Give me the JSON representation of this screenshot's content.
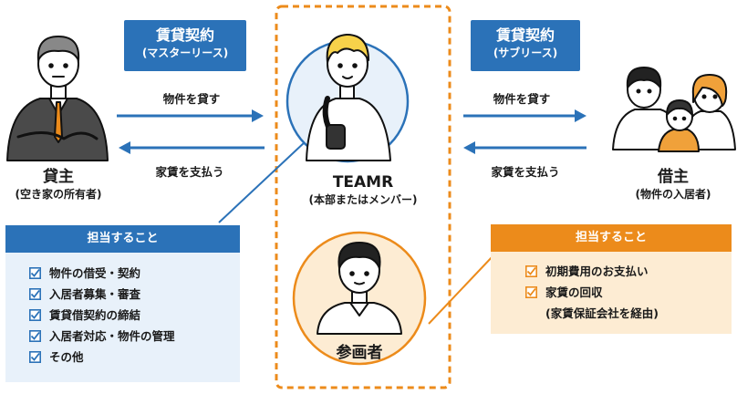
{
  "left_contract": {
    "title": "賃貸契約",
    "subtitle": "(マスターリース)"
  },
  "right_contract": {
    "title": "賃貸契約",
    "subtitle": "(サブリース)"
  },
  "arrows": {
    "left_top": "物件を貸す",
    "left_bottom": "家賃を支払う",
    "right_top": "物件を貸す",
    "right_bottom": "家賃を支払う"
  },
  "lender": {
    "name": "貸主",
    "sub": "(空き家の所有者)"
  },
  "center": {
    "name": "TEAMR",
    "sub": "(本部またはメンバー)"
  },
  "participant": {
    "name": "参画者"
  },
  "borrower": {
    "name": "借主",
    "sub": "(物件の入居者)"
  },
  "left_panel": {
    "header": "担当すること",
    "items": [
      "物件の借受・契約",
      "入居者募集・審査",
      "賃貸借契約の締結",
      "入居者対応・物件の管理",
      "その他"
    ]
  },
  "right_panel": {
    "header": "担当すること",
    "items": [
      "初期費用のお支払い",
      "家賃の回収"
    ],
    "note": "(家賃保証会社を経由)"
  },
  "colors": {
    "blue": "#2b72b8",
    "light_blue": "#e8f1fa",
    "orange": "#ec8b1b",
    "light_orange": "#fdecd3",
    "check_blue": "#2b72b8",
    "check_orange": "#ec8b1b"
  }
}
